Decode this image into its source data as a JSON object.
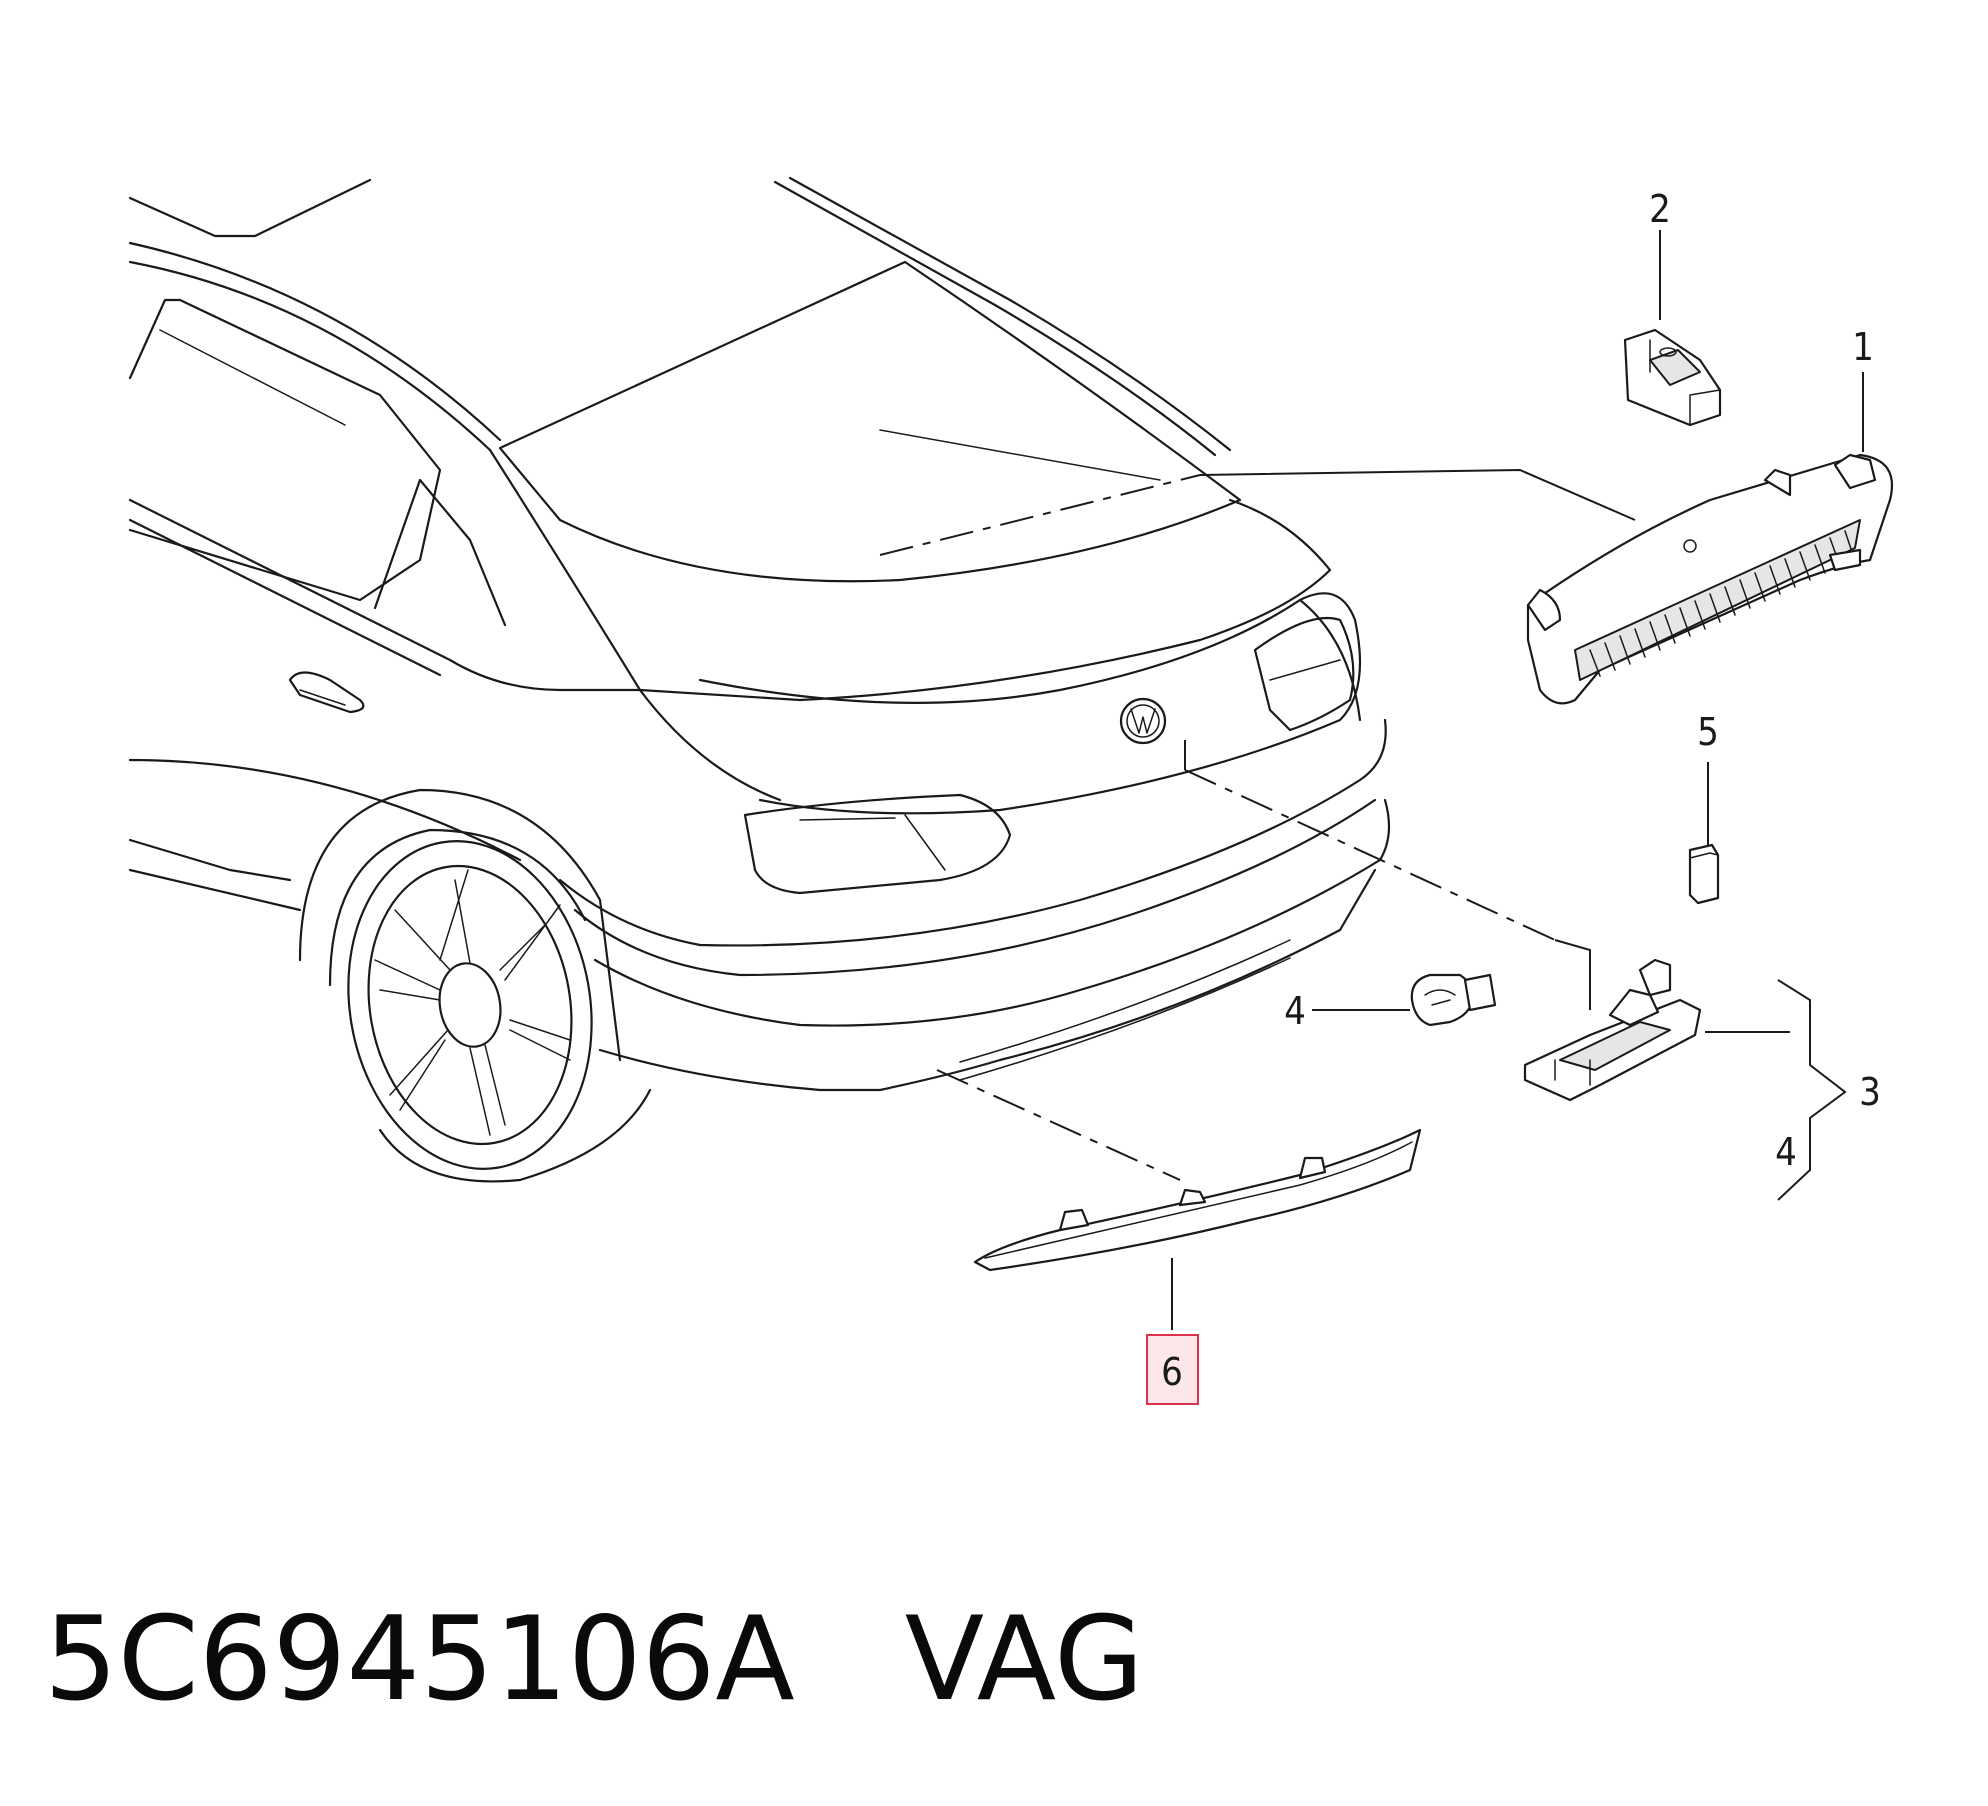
{
  "diagram": {
    "callouts": {
      "c1": "1",
      "c2": "2",
      "c3": "3",
      "c4a": "4",
      "c4b": "4",
      "c5": "5",
      "c6": "6"
    },
    "highlighted_callout": "6",
    "highlight_color": "#d9324a"
  },
  "footer": {
    "part_number": "5C6945106A",
    "brand": "VAG"
  }
}
